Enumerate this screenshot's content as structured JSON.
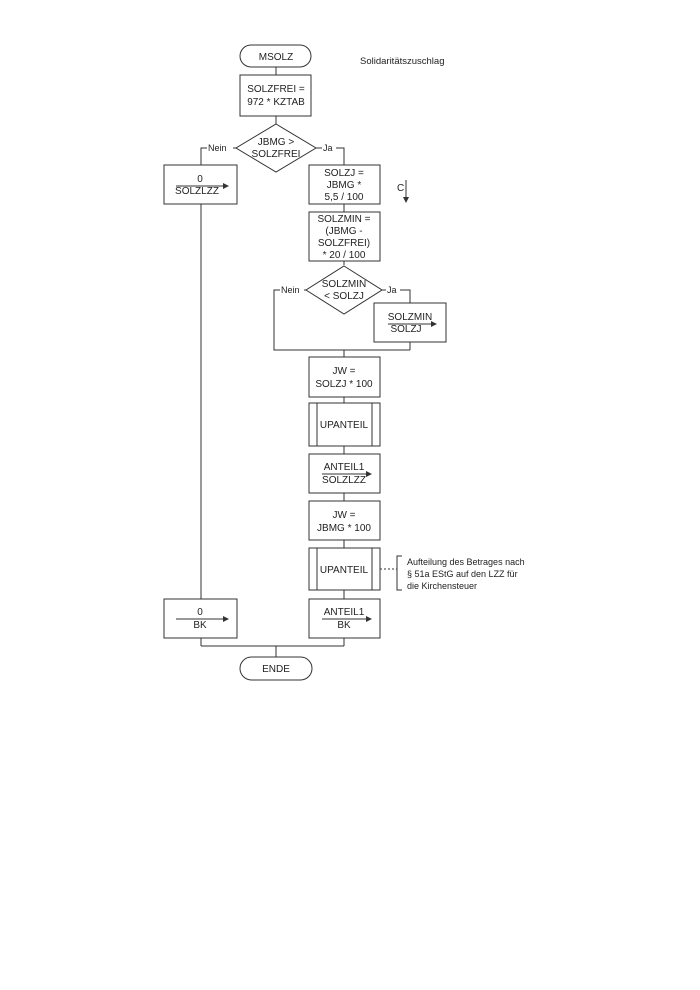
{
  "title_note": "Solidaritätszuschlag",
  "terminals": {
    "start": "MSOLZ",
    "end": "ENDE"
  },
  "nodes": {
    "solzfrei": [
      "SOLZFREI =",
      "972 * KZTAB"
    ],
    "dec1": [
      "JBMG >",
      "SOLZFREI"
    ],
    "solzlzz0": [
      "0",
      "SOLZLZZ"
    ],
    "solzj": [
      "SOLZJ =",
      "JBMG *",
      "5,5 / 100"
    ],
    "solzmin": [
      "SOLZMIN =",
      "(JBMG -",
      "SOLZFREI)",
      "* 20 / 100"
    ],
    "dec2": [
      "SOLZMIN",
      "< SOLZJ"
    ],
    "minassign": [
      "SOLZMIN",
      "SOLZJ"
    ],
    "jw1": [
      "JW =",
      "SOLZJ * 100"
    ],
    "upanteil1": "UPANTEIL",
    "anteil1a": [
      "ANTEIL1",
      "SOLZLZZ"
    ],
    "jw2": [
      "JW =",
      "JBMG * 100"
    ],
    "upanteil2": "UPANTEIL",
    "bk0": [
      "0",
      "BK"
    ],
    "bkanteil": [
      "ANTEIL1",
      "BK"
    ]
  },
  "branch_labels": {
    "no": "Nein",
    "yes": "Ja"
  },
  "connector": "C",
  "annotation": [
    "Aufteilung des Betrages nach",
    "§ 51a EStG auf den LZZ für",
    "die Kirchensteuer"
  ]
}
